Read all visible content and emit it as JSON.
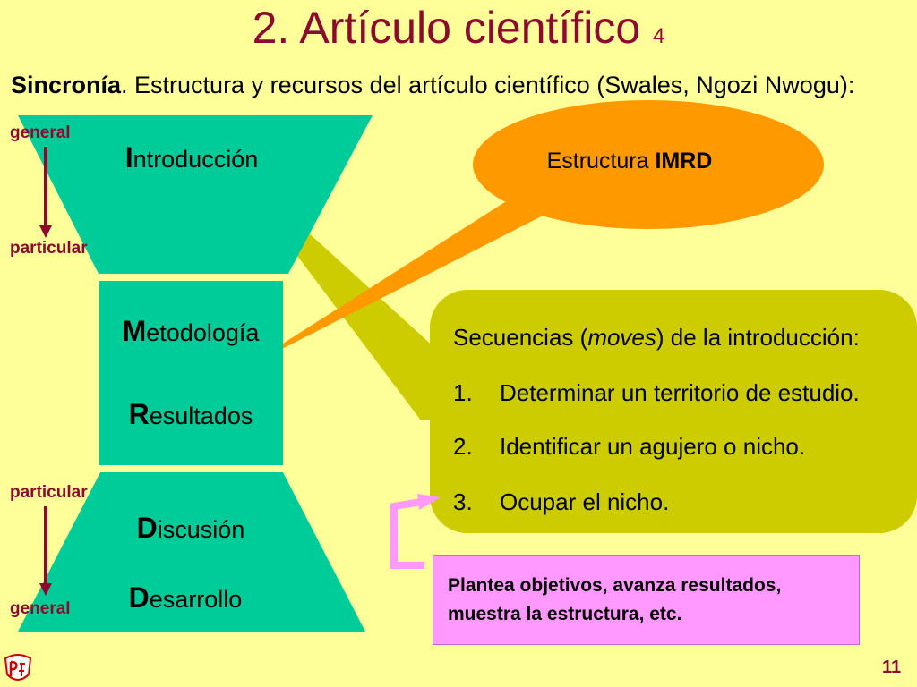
{
  "title": {
    "main": "2. Artículo científico",
    "number": "4"
  },
  "subtitle": {
    "bold": "Sincronía",
    "rest": ". Estructura y recursos del artículo científico (Swales, Ngozi Nwogu):"
  },
  "side_labels": {
    "top_general": "general",
    "top_particular": "particular",
    "bottom_particular": "particular",
    "bottom_general": "general"
  },
  "boxes": {
    "intro": {
      "cap": "I",
      "rest": "ntroducción"
    },
    "metodo": {
      "cap": "M",
      "rest": "etodología"
    },
    "resultados": {
      "cap": "R",
      "rest": "esultados"
    },
    "discusion": {
      "cap": "D",
      "rest": "iscusión"
    },
    "desarrollo": {
      "cap": "D",
      "rest": "esarrollo"
    }
  },
  "oval": {
    "text": "Estructura ",
    "bold": "IMRD"
  },
  "moves_box": {
    "heading_pre": "Secuencias (",
    "heading_em": "moves",
    "heading_post": ") de la introducción:",
    "items": [
      {
        "num": "1.",
        "text": "Determinar un territorio de estudio."
      },
      {
        "num": "2.",
        "text": "Identificar un agujero o nicho."
      },
      {
        "num": "3.",
        "text": "Ocupar el nicho."
      }
    ]
  },
  "pink_note": {
    "line1": "Plantea objetivos, avanza resultados,",
    "line2": "muestra la estructura, etc."
  },
  "page_number": "11",
  "colors": {
    "background": "#FFFF99",
    "title": "#8B0A2E",
    "teal": "#00CC99",
    "olive": "#CCCC00",
    "orange": "#FF9900",
    "pink": "#FF99FF",
    "arrow": "#8B0A2E"
  },
  "icons": {
    "logo": "university-logo-icon"
  }
}
